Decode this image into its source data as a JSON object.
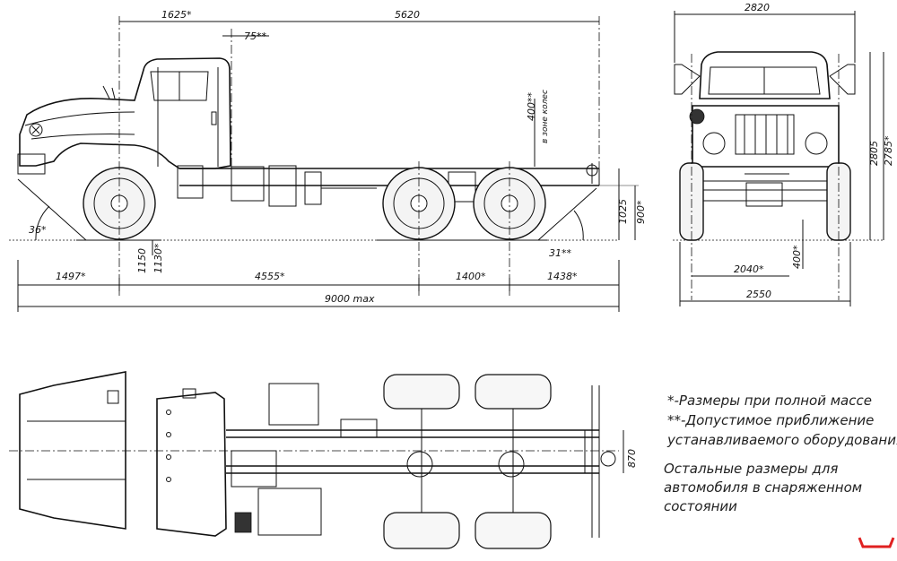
{
  "dimensions": {
    "side_view": {
      "cab_to_front_axle": "1625*",
      "wheelbase_to_frame_end": "5620",
      "clearance_75": "75**",
      "equipment_clearance": "400**",
      "equipment_zone": "в зоне колес",
      "frame_height_full": "1025",
      "frame_height_rear": "900*",
      "approach_angle": "36*",
      "departure_angle": "31**",
      "front_axle_height_1": "1150",
      "front_axle_height_2": "1130*",
      "front_overhang": "1497*",
      "wheelbase_front": "4555*",
      "rear_bogie": "1400*",
      "rear_overhang": "1438*",
      "overall_length": "9000 max"
    },
    "front_view": {
      "mirror_width": "2820",
      "height_1": "2805",
      "height_2": "2785*",
      "track": "2040*",
      "ground_clearance": "400*",
      "overall_width": "2550"
    },
    "top_view": {
      "frame_width": "870"
    }
  },
  "notes": [
    "*-Размеры при полной массе",
    "**-Допустимое приближение",
    "устанавливаемого оборудования",
    "Остальные размеры для",
    "автомобиля в снаряженном",
    "состоянии"
  ],
  "colors": {
    "line": "#111111",
    "background": "#ffffff",
    "corner_mark": "#e02020"
  },
  "icons": {
    "corner_mark": "red-corner-bracket-icon"
  }
}
